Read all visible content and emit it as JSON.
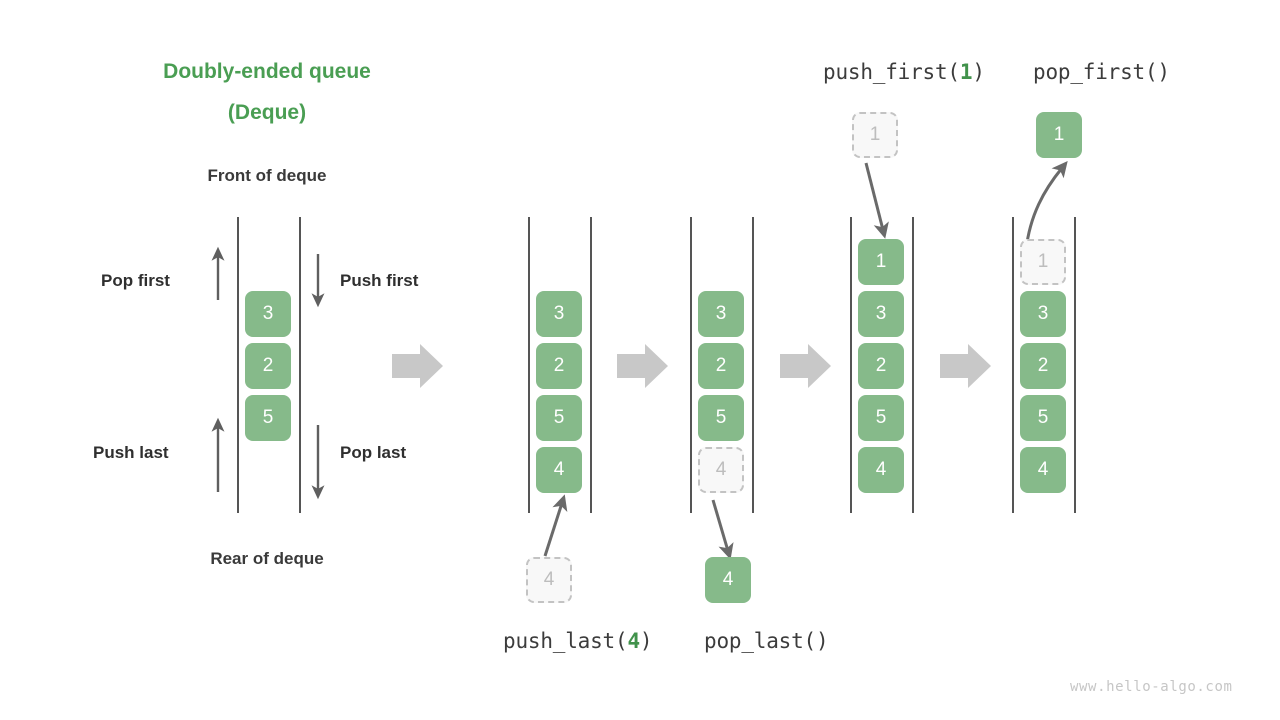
{
  "title": {
    "line1": "Doubly-ended queue",
    "line2": "(Deque)"
  },
  "labels": {
    "front": "Front of deque",
    "rear": "Rear of deque",
    "pop_first": "Pop first",
    "push_first": "Push first",
    "push_last": "Push last",
    "pop_last": "Pop last"
  },
  "operations": {
    "push_last": {
      "name": "push_last(",
      "arg": "4",
      "close": ")"
    },
    "pop_last": {
      "name": "pop_last()",
      "arg": "",
      "close": ""
    },
    "push_first": {
      "name": "push_first(",
      "arg": "1",
      "close": ")"
    },
    "pop_first": {
      "name": "pop_first()",
      "arg": "",
      "close": ""
    }
  },
  "colors": {
    "cell_green": "#86ba8a",
    "title_green": "#4a9e53",
    "arrow_gray": "#5f5f5f",
    "block_arrow_gray": "#c8c8c8",
    "ghost_border": "#c3c3c3",
    "ghost_text": "#bdbdbd",
    "rail_gray": "#555555",
    "watermark_gray": "#c6c6c6"
  },
  "deques": [
    {
      "id": "deque-1",
      "cells": [
        "3",
        "2",
        "5"
      ],
      "ghosts": []
    },
    {
      "id": "deque-2",
      "cells": [
        "3",
        "2",
        "5",
        "4"
      ],
      "ghosts": [
        "4"
      ]
    },
    {
      "id": "deque-3",
      "cells": [
        "3",
        "2",
        "5"
      ],
      "ghosts": [
        "4"
      ],
      "detached": "4"
    },
    {
      "id": "deque-4",
      "cells": [
        "1",
        "3",
        "2",
        "5",
        "4"
      ],
      "ghosts": [
        "1"
      ]
    },
    {
      "id": "deque-5",
      "cells": [
        "3",
        "2",
        "5",
        "4"
      ],
      "ghosts": [
        "1"
      ],
      "detached": "1"
    }
  ],
  "watermark": "www.hello-algo.com"
}
